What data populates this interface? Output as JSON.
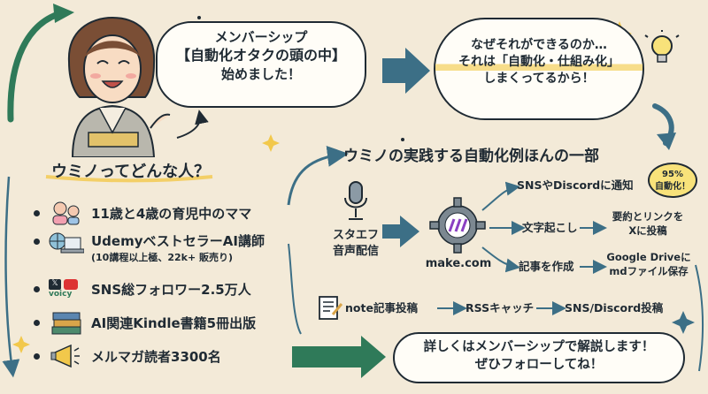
{
  "speech1": {
    "line1": "メンバーシップ",
    "line2": "【自動化オタクの頭の中】",
    "line3": "始めました！"
  },
  "speech2": {
    "line1": "なぜそれができるのか…",
    "line2": "それは「自動化・仕組み化」",
    "line3": "しまくってるから！"
  },
  "profile": {
    "title": "ウミノってどんな人？",
    "items": [
      {
        "text": "11歳と4歳の育児中のママ",
        "icon": "family-icon"
      },
      {
        "text": "UdemyベストセラーAI講師",
        "sub": "(10講程以上極、22k+ 販売り)",
        "icon": "laptop-globe-icon"
      },
      {
        "text": "SNS総フォロワー2.5万人",
        "icon": "social-icons",
        "x_label": "𝕏",
        "voicy_label": "voicy"
      },
      {
        "text": "AI関連Kindle書籍5冊出版",
        "icon": "books-icon"
      },
      {
        "text": "メルマガ読者3300名",
        "icon": "megaphone-icon"
      }
    ]
  },
  "automation": {
    "title": "ウミノの実践する自動化例ほんの一部",
    "source_label": "スタエフ\n音声配信",
    "hub_label": "make.com",
    "badge": "95%\n自動化！",
    "branches": [
      {
        "label": "SNSやDiscordに通知"
      },
      {
        "label": "文字起こし",
        "result": "要約とリンクを\nXに投稿"
      },
      {
        "label": "記事を作成",
        "result": "Google Driveに\nmdファイル保存"
      }
    ],
    "rss_flow": [
      "note記事投稿",
      "RSSキャッチ",
      "SNS/Discord投稿"
    ]
  },
  "cta": {
    "line1": "詳しくはメンバーシップで解説します！",
    "line2": "ぜひフォローしてね！"
  },
  "colors": {
    "background": "#f3ead8",
    "ink": "#1f2a33",
    "arrow_teal": "#3c6f86",
    "arrow_green": "#2f7a59",
    "yellow": "#f2c84b"
  }
}
